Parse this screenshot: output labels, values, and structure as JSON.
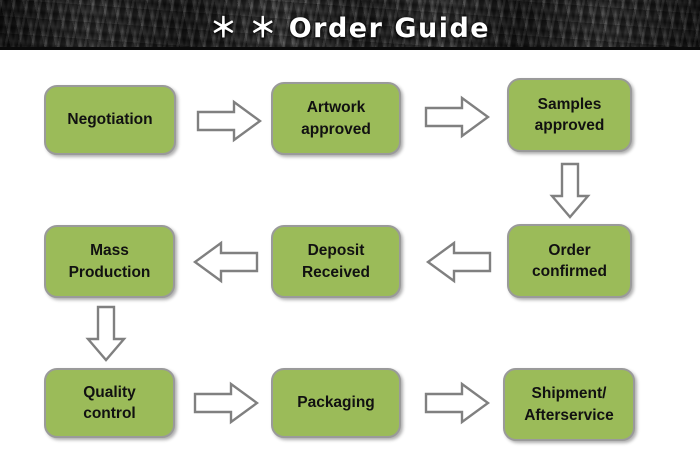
{
  "header": {
    "title": "＊ ＊ Order Guide",
    "background_color": "#2a2a2a",
    "title_color": "#ffffff"
  },
  "theme": {
    "node_fill": "#9BBB59",
    "node_border": "#9a9a9a",
    "node_text": "#111111",
    "arrow_fill": "#ffffff",
    "arrow_stroke": "#808080",
    "canvas": "#ffffff"
  },
  "flowchart": {
    "nodes": [
      {
        "id": "negotiation",
        "label_line1": "Negotiation",
        "label_line2": "",
        "row": 1,
        "col": 1
      },
      {
        "id": "artwork-approved",
        "label_line1": "Artwork",
        "label_line2": "approved",
        "row": 1,
        "col": 2
      },
      {
        "id": "samples-approved",
        "label_line1": "Samples",
        "label_line2": "approved",
        "row": 1,
        "col": 3
      },
      {
        "id": "mass-production",
        "label_line1": "Mass",
        "label_line2": "Production",
        "row": 2,
        "col": 1
      },
      {
        "id": "deposit-received",
        "label_line1": "Deposit",
        "label_line2": "Received",
        "row": 2,
        "col": 2
      },
      {
        "id": "order-confirmed",
        "label_line1": "Order",
        "label_line2": "confirmed",
        "row": 2,
        "col": 3
      },
      {
        "id": "quality-control",
        "label_line1": "Quality",
        "label_line2": "control",
        "row": 3,
        "col": 1
      },
      {
        "id": "packaging",
        "label_line1": "Packaging",
        "label_line2": "",
        "row": 3,
        "col": 2
      },
      {
        "id": "shipment-afterservice",
        "label_line1": "Shipment/",
        "label_line2": "Afterservice",
        "row": 3,
        "col": 3
      }
    ],
    "connectors": [
      {
        "id": "negotiation-to-artwork",
        "direction": "right",
        "from": "negotiation",
        "to": "artwork-approved"
      },
      {
        "id": "artwork-to-samples",
        "direction": "right",
        "from": "artwork-approved",
        "to": "samples-approved"
      },
      {
        "id": "samples-to-order-confirmed",
        "direction": "down",
        "from": "samples-approved",
        "to": "order-confirmed"
      },
      {
        "id": "order-confirmed-to-deposit",
        "direction": "left",
        "from": "order-confirmed",
        "to": "deposit-received"
      },
      {
        "id": "deposit-to-mass-production",
        "direction": "left",
        "from": "deposit-received",
        "to": "mass-production"
      },
      {
        "id": "mass-production-to-quality",
        "direction": "down",
        "from": "mass-production",
        "to": "quality-control"
      },
      {
        "id": "quality-to-packaging",
        "direction": "right",
        "from": "quality-control",
        "to": "packaging"
      },
      {
        "id": "packaging-to-shipment",
        "direction": "right",
        "from": "packaging",
        "to": "shipment-afterservice"
      }
    ]
  }
}
